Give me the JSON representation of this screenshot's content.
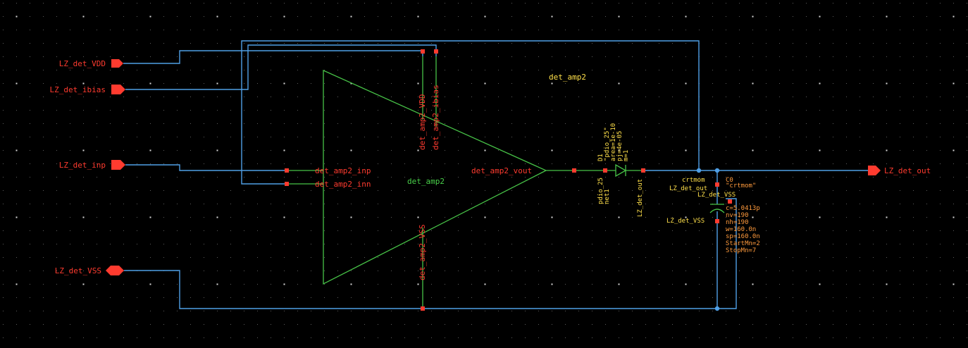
{
  "pins": {
    "vdd": "LZ_det_VDD",
    "ibias": "LZ_det_ibias",
    "inp": "LZ_det_inp",
    "vss": "LZ_det_VSS",
    "out": "LZ_det_out"
  },
  "amp": {
    "instance_top": "det_amp2",
    "cell_name": "det_amp2",
    "pin_vdd": "det_amp2_VDD",
    "pin_ibias": "det_amp2_ibias",
    "pin_inp": "det_amp2_inp",
    "pin_inn": "det_amp2_inn",
    "pin_vout": "det_amp2_vout",
    "pin_vss": "det_amp2_VSS"
  },
  "diode": {
    "name": "D1",
    "model": "\"pdio_25\"",
    "area": "area=1e-10",
    "pj": "pj=4e-05",
    "m": "m=1",
    "cell": "pdio_25",
    "net": "net1",
    "out_label": "LZ_det_out"
  },
  "cap": {
    "type_label": "crtmom",
    "name": "C0",
    "model": "\"crtmom\"",
    "top_net": "LZ_det_out",
    "bot_net": "LZ_det_VSS",
    "net_left": "LZ_det_VSS",
    "params": [
      "c=5.0413p",
      "nv=190",
      "nh=190",
      "w=160.0n",
      "sp=160.0n",
      "StartMn=2",
      "StopMn=7"
    ]
  }
}
